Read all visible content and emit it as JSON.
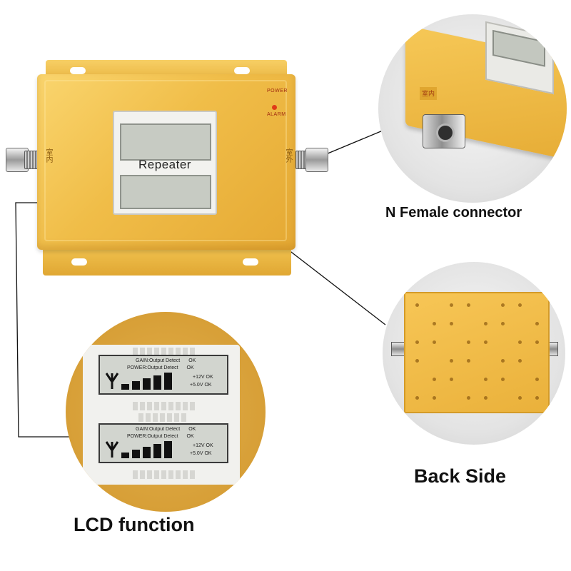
{
  "device": {
    "lcd_label": "Repeater"
  },
  "callouts": {
    "connector_caption": "N Female connector",
    "back_caption": "Back Side",
    "lcd_caption": "LCD function"
  },
  "lcd_zoom": {
    "screens": [
      {
        "gain_text": "GAIN:Output Detect",
        "gain_status": "OK",
        "power_text": "POWER:Output Detect",
        "power_status": "OK",
        "v12_text": "+12V",
        "v12_status": "OK",
        "v5_text": "+5.0V",
        "v5_status": "OK"
      },
      {
        "gain_text": "GAIN:Output Detect",
        "gain_status": "OK",
        "power_text": "POWER:Output Detect",
        "power_status": "OK",
        "v12_text": "+12V",
        "v12_status": "OK",
        "v5_text": "+5.0V",
        "v5_status": "OK"
      }
    ],
    "signal_level_bars": 5
  },
  "colors": {
    "gold": "#f0bd48",
    "gold_dark": "#d49b28",
    "lcd_green": "#c7cbc3",
    "leader_line": "#111111"
  }
}
